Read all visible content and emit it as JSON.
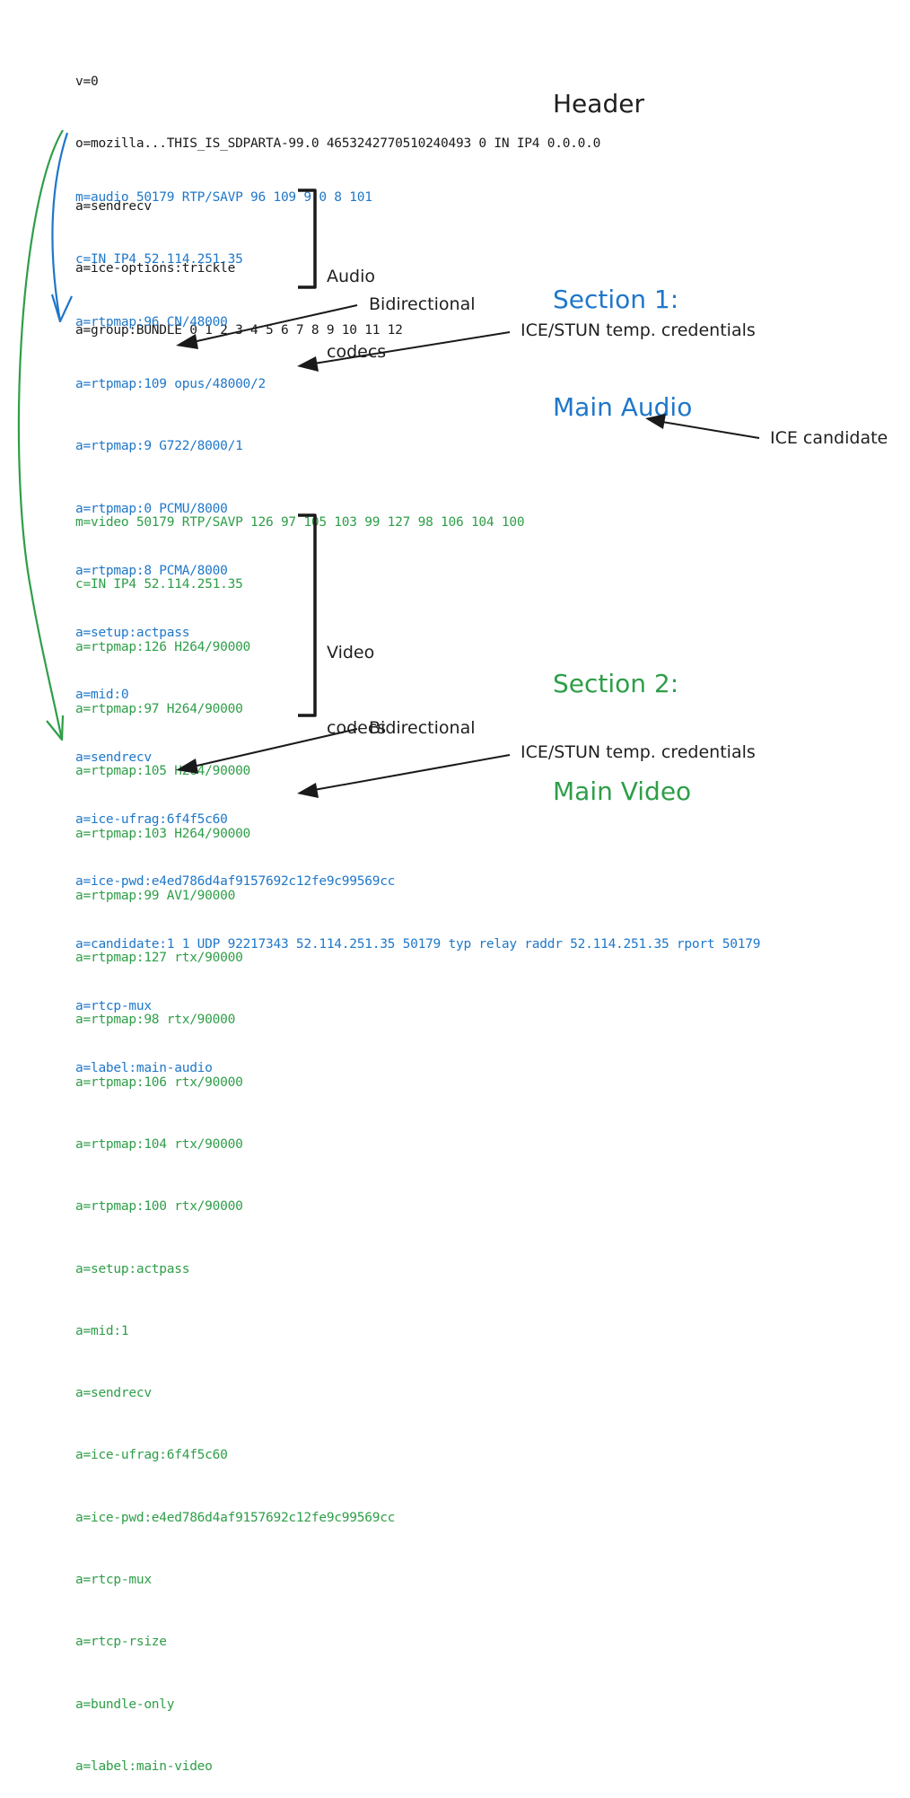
{
  "header": {
    "lines": [
      "v=0",
      "o=mozilla...THIS_IS_SDPARTA-99.0 4653242770510240493 0 IN IP4 0.0.0.0",
      "a=sendrecv",
      "a=ice-options:trickle",
      "a=group:BUNDLE 0 1 2 3 4 5 6 7 8 9 10 11 12"
    ],
    "label": "Header"
  },
  "audio_section": {
    "color": "#1f77c9",
    "title_line1": "Section 1:",
    "title_line2": "Main Audio",
    "lines": [
      "m=audio 50179 RTP/SAVP 96 109 9 0 8 101",
      "c=IN IP4 52.114.251.35",
      "a=rtpmap:96 CN/48000",
      "a=rtpmap:109 opus/48000/2",
      "a=rtpmap:9 G722/8000/1",
      "a=rtpmap:0 PCMU/8000",
      "a=rtpmap:8 PCMA/8000",
      "a=setup:actpass",
      "a=mid:0",
      "a=sendrecv",
      "a=ice-ufrag:6f4f5c60",
      "a=ice-pwd:e4ed786d4af9157692c12fe9c99569cc",
      "a=candidate:1 1 UDP 92217343 52.114.251.35 50179 typ relay raddr 52.114.251.35 rport 50179",
      "a=rtcp-mux",
      "a=label:main-audio"
    ],
    "codecs_label_line1": "Audio",
    "codecs_label_line2": "codecs",
    "bidirectional_label": "Bidirectional",
    "credentials_label": "ICE/STUN temp. credentials",
    "candidate_label": "ICE candidate"
  },
  "video_section": {
    "color": "#2e9e48",
    "title_line1": "Section 2:",
    "title_line2": "Main Video",
    "lines": [
      "m=video 50179 RTP/SAVP 126 97 105 103 99 127 98 106 104 100",
      "c=IN IP4 52.114.251.35",
      "a=rtpmap:126 H264/90000",
      "a=rtpmap:97 H264/90000",
      "a=rtpmap:105 H264/90000",
      "a=rtpmap:103 H264/90000",
      "a=rtpmap:99 AV1/90000",
      "a=rtpmap:127 rtx/90000",
      "a=rtpmap:98 rtx/90000",
      "a=rtpmap:106 rtx/90000",
      "a=rtpmap:104 rtx/90000",
      "a=rtpmap:100 rtx/90000",
      "a=setup:actpass",
      "a=mid:1",
      "a=sendrecv",
      "a=ice-ufrag:6f4f5c60",
      "a=ice-pwd:e4ed786d4af9157692c12fe9c99569cc",
      "a=rtcp-mux",
      "a=rtcp-rsize",
      "a=bundle-only",
      "a=label:main-video"
    ],
    "codecs_label_line1": "Video",
    "codecs_label_line2": "codecs",
    "bidirectional_label": "Bidirectional",
    "credentials_label": "ICE/STUN temp. credentials"
  }
}
